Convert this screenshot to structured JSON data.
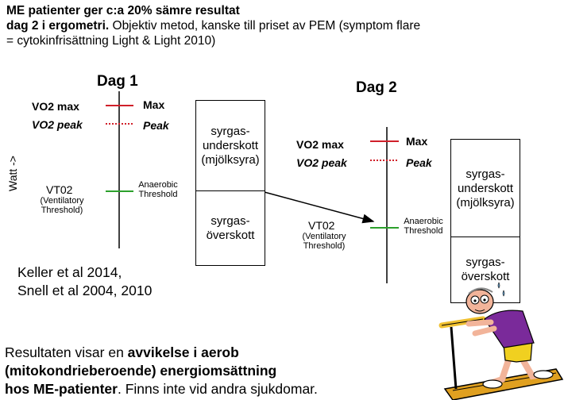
{
  "header": {
    "line1": "ME patienter ger c:a 20% sämre resultat",
    "line2_bold": "dag 2 i ergometri.",
    "line2_rest": " Objektiv metod, kanske till priset av PEM (symptom flare",
    "line3": "= cytokinfrisättning  Light & Light 2010)"
  },
  "axis_label": "Watt ->",
  "day1": {
    "title": "Dag 1",
    "vo2max": "VO2 max",
    "vo2peak": "VO2 peak",
    "max": "Max",
    "peak": "Peak",
    "vt02": "VT02",
    "ventilatory": [
      "(Ventilatory",
      "Threshold)"
    ],
    "anaerobic": [
      "Anaerobic",
      "Threshold"
    ],
    "box_top": [
      "syrgas-",
      "underskott",
      "(mjölksyra)"
    ],
    "box_bottom": [
      "syrgas-",
      "överskott"
    ]
  },
  "day2": {
    "title": "Dag 2",
    "vo2max": "VO2 max",
    "vo2peak": "VO2 peak",
    "max": "Max",
    "peak": "Peak",
    "vt02": "VT02",
    "ventilatory": [
      "(Ventilatory",
      "Threshold)"
    ],
    "anaerobic": [
      "Anaerobic",
      "Threshold"
    ],
    "box_top": [
      "syrgas-",
      "underskott",
      "(mjölksyra)"
    ],
    "box_bottom": [
      "syrgas-",
      "överskott"
    ]
  },
  "references": [
    "Keller et al 2014,",
    "Snell et al 2004, 2010"
  ],
  "conclusion": {
    "part1": "Resultaten visar en ",
    "bold1": "avvikelse i aerob",
    "bold2": "(mitokondrieberoende) energiomsättning",
    "bold3": "hos ME-patienter",
    "part2": ". Finns inte vid andra sjukdomar."
  },
  "colors": {
    "max_line": "#d0202a",
    "peak_line": "#d0202a",
    "threshold_line": "#2ca02c"
  }
}
